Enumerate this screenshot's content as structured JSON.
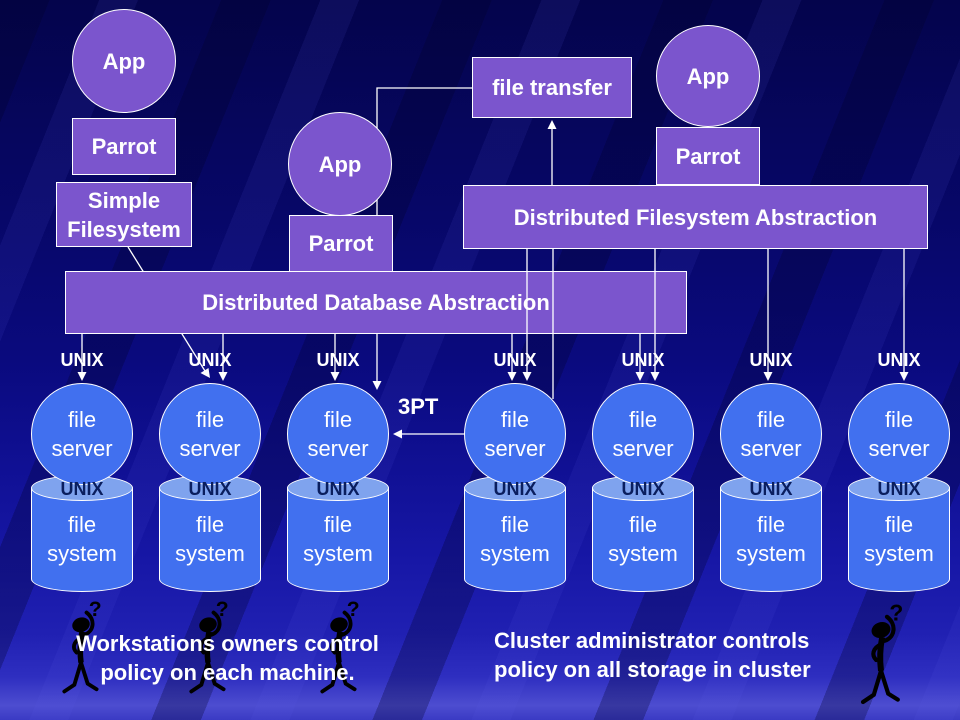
{
  "nodes": {
    "app_label": "App",
    "parrot_label": "Parrot",
    "simple_fs_line1": "Simple",
    "simple_fs_line2": "Filesystem",
    "file_transfer_label": "file transfer",
    "dfa_label": "Distributed Filesystem Abstraction",
    "dda_label": "Distributed Database Abstraction",
    "threept_label": "3PT"
  },
  "cluster": {
    "column_count": 7,
    "unix_label": "UNIX",
    "server_line1": "file",
    "server_line2": "server",
    "system_line1": "file",
    "system_line2": "system"
  },
  "captions": {
    "left_line1": "Workstations owners control",
    "left_line2": "policy on each machine.",
    "right_line1": "Cluster administrator controls",
    "right_line2": "policy on all storage in cluster"
  },
  "icons": {
    "thinking_person": "thinking-person-icon",
    "question_mark": "?"
  },
  "colors": {
    "bg_top": "#04044c",
    "bg_bottom": "#3a3ac4",
    "box_purple": "#7b55cd",
    "node_blue": "#4170ef",
    "cyl_light": "#7fa3ee",
    "unix_dark": "#0a1e5e",
    "line_white": "#ffffff",
    "caption_white": "#ffffff",
    "figure_black": "#000000"
  }
}
